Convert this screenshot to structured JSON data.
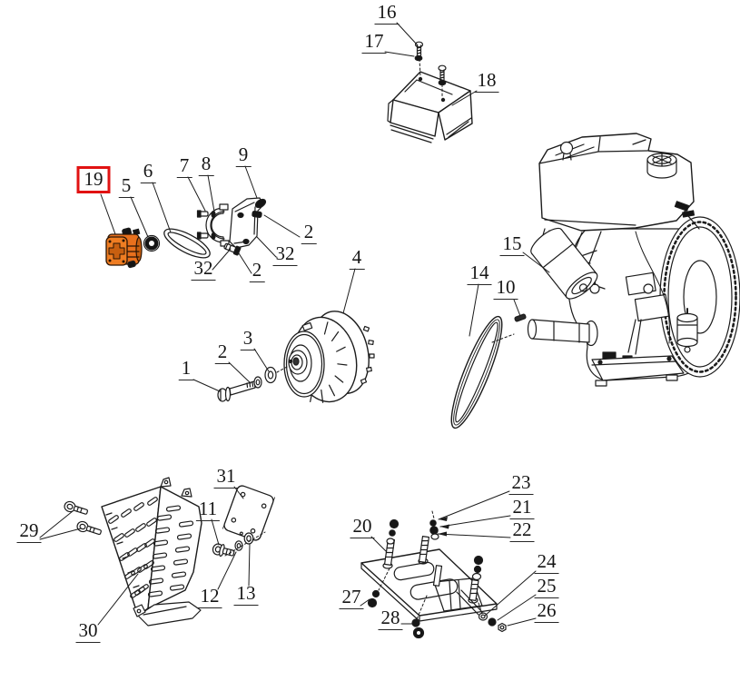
{
  "diagram": {
    "kind": "exploded-parts-diagram",
    "background": "#ffffff",
    "line_color": "#1c1c1c",
    "accent_part_color": "#e8701d",
    "highlight": {
      "part": "19",
      "box_color": "#e11212"
    },
    "labels": [
      {
        "part": "16"
      },
      {
        "part": "17"
      },
      {
        "part": "18"
      },
      {
        "part": "19",
        "highlighted": true
      },
      {
        "part": "5"
      },
      {
        "part": "6"
      },
      {
        "part": "7"
      },
      {
        "part": "8"
      },
      {
        "part": "9"
      },
      {
        "part": "2"
      },
      {
        "part": "32"
      },
      {
        "part": "32"
      },
      {
        "part": "2"
      },
      {
        "part": "4"
      },
      {
        "part": "3"
      },
      {
        "part": "2"
      },
      {
        "part": "1"
      },
      {
        "part": "15"
      },
      {
        "part": "14"
      },
      {
        "part": "10"
      },
      {
        "part": "29"
      },
      {
        "part": "31"
      },
      {
        "part": "11"
      },
      {
        "part": "12"
      },
      {
        "part": "13"
      },
      {
        "part": "30"
      },
      {
        "part": "20"
      },
      {
        "part": "23"
      },
      {
        "part": "21"
      },
      {
        "part": "22"
      },
      {
        "part": "24"
      },
      {
        "part": "25"
      },
      {
        "part": "26"
      },
      {
        "part": "27"
      },
      {
        "part": "28"
      }
    ]
  }
}
